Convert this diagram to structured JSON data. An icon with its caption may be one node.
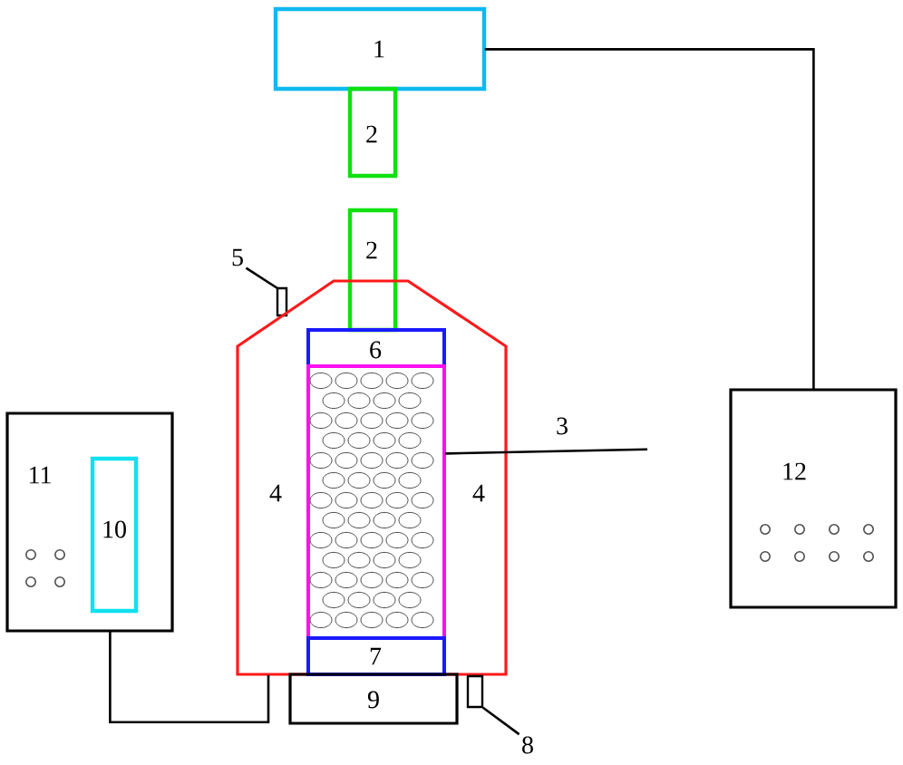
{
  "diagram": {
    "nodes": [
      {
        "text": [
          "1"
        ]
      },
      {
        "text": [
          "2"
        ]
      },
      {
        "text": [
          "2"
        ]
      },
      {
        "text": [
          "5"
        ]
      },
      {
        "text": [],
        "shape": "box"
      },
      {
        "text": [
          "4",
          "4"
        ]
      },
      {
        "text": [
          "6"
        ],
        "in": 5
      },
      {
        "text": [],
        "shape": "box",
        "in": 5
      },
      {
        "text": [
          "7"
        ],
        "in": 5
      },
      {
        "text": [
          "3"
        ]
      },
      {
        "text": [
          "11"
        ]
      },
      {
        "text": [
          "10"
        ],
        "in": 10
      },
      {
        "text": [
          "12"
        ]
      },
      {
        "text": [
          "9"
        ]
      },
      {
        "text": [],
        "shape": "box"
      },
      {
        "text": [
          "8"
        ]
      }
    ],
    "edges": [
      {
        "from": 3,
        "to": 4,
        "arrow": "none"
      },
      {
        "from": 9,
        "to": 7,
        "arrow": "none"
      },
      {
        "from": 15,
        "to": 14,
        "arrow": "none"
      },
      {
        "from": 0,
        "to": 12,
        "arrow": "none"
      },
      {
        "from": 10,
        "to": 5,
        "arrow": "none"
      }
    ]
  }
}
